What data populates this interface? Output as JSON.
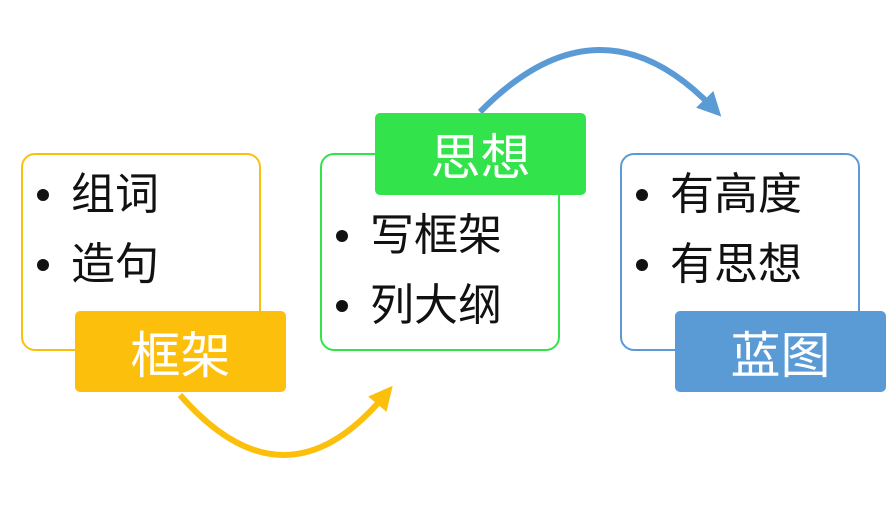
{
  "colors": {
    "step1": "#fcc00c",
    "step2": "#33e34b",
    "step3": "#5b9bd5",
    "text": "#111111",
    "label_text": "#ffffff"
  },
  "steps": [
    {
      "label": "框架",
      "color": "#fcc00c",
      "items": [
        "组词",
        "造句"
      ]
    },
    {
      "label": "思想",
      "color": "#33e34b",
      "items": [
        "写框架",
        "列大纲"
      ]
    },
    {
      "label": "蓝图",
      "color": "#5b9bd5",
      "items": [
        "有高度",
        "有思想"
      ]
    }
  ]
}
